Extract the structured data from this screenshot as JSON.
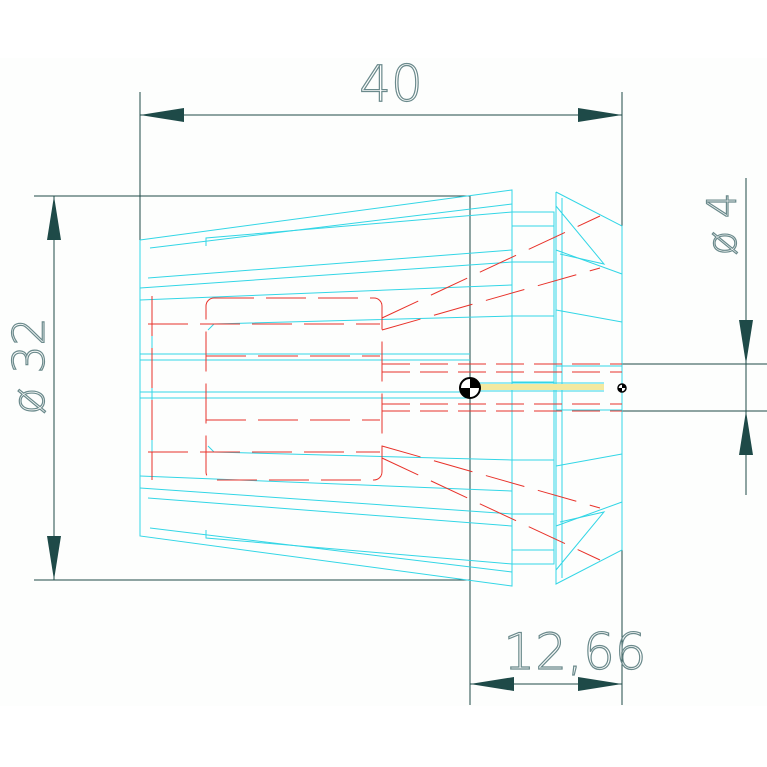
{
  "drawing": {
    "colors": {
      "background": "#fdfefd",
      "dimension": "#1e4a48",
      "outline": "#33d6e6",
      "hidden": "#e8322a",
      "center_mark": "#000000",
      "dim_text_stroke": "#6b8a8c"
    },
    "dimensions": {
      "length_top": "40",
      "diameter_left": "ø 32",
      "diameter_right": "ø 4",
      "length_bottom": "12,66"
    }
  }
}
